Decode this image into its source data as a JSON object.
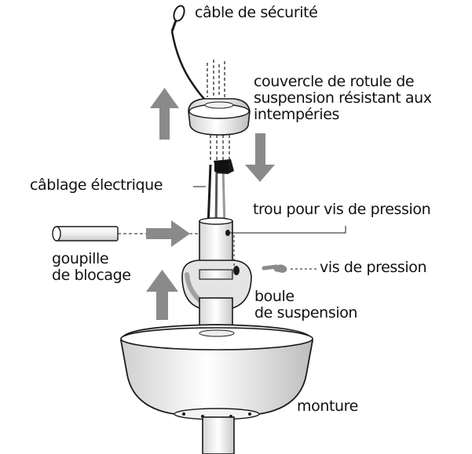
{
  "labels": {
    "safety_cable": "câble de sécurité",
    "canopy_cover_1": "couvercle de rotule de",
    "canopy_cover_2": "suspension résistant aux",
    "canopy_cover_3": "intempéries",
    "wiring": "câblage électrique",
    "set_screw_hole": "trou pour vis de pression",
    "pin_1": "goupille",
    "pin_2": "de blocage",
    "set_screw": "vis de pression",
    "ball_1": "boule",
    "ball_2": "de suspension",
    "mount": "monture"
  },
  "colors": {
    "arrow": "#8a8a8a",
    "line": "#1a1a1a",
    "fill": "#ffffff",
    "shade": "#dcdcdc"
  }
}
